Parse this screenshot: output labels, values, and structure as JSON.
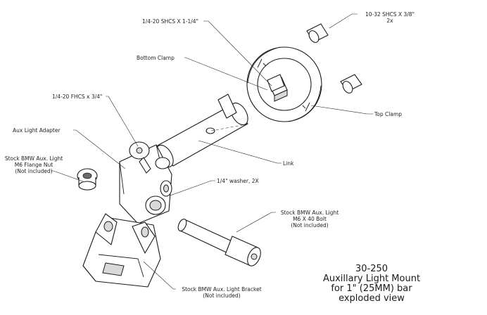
{
  "labels": {
    "shcs_1_4": "1/4-20 SHCS X 1-1/4\"",
    "shcs_10_32_line1": "10-32 SHCS X 3/8\"",
    "shcs_10_32_line2": "2x",
    "bottom_clamp": "Bottom Clamp",
    "top_clamp": "Top Clamp",
    "fhcs": "1/4-20 FHCS x 3/4\"",
    "aux_adapter": "Aux Light Adapter",
    "link": "Link",
    "flange_nut_line1": "Stock BMW Aux. Light",
    "flange_nut_line2": "M6 Flange Nut",
    "flange_nut_line3": "(Not included)",
    "washer": "1/4\" washer, 2X",
    "bolt_line1": "Stock BMW Aux. Light",
    "bolt_line2": "M6 X 40 Bolt",
    "bolt_line3": "(Not included)",
    "bracket_line1": "Stock BMW Aux. Light Bracket",
    "bracket_line2": "(Not included)"
  },
  "title_block": {
    "part_number": "30-250",
    "line1": "Auxillary Light Mount",
    "line2": "for 1\" (25MM) bar",
    "line3": "exploded view"
  }
}
